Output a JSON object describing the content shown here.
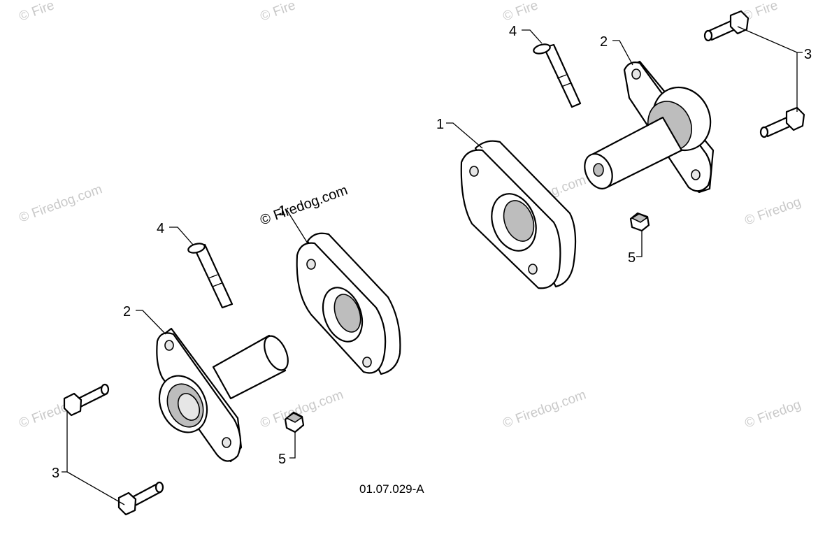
{
  "diagram": {
    "figure_id": "01.07.029-A",
    "callouts": {
      "c1_left": "1",
      "c1_right": "1",
      "c2_left": "2",
      "c2_right": "2",
      "c3_left": "3",
      "c3_right": "3",
      "c4_left": "4",
      "c4_right": "4",
      "c5_left": "5",
      "c5_right": "5"
    },
    "watermark": "© Firedog.com",
    "watermark_partial": "© Fire",
    "watermark_tail": "© Firedog"
  }
}
